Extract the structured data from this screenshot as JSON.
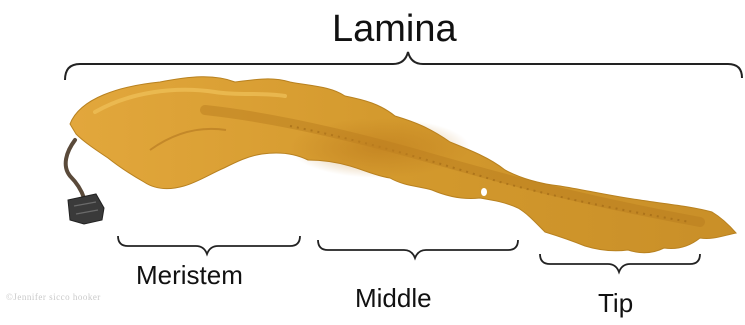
{
  "diagram": {
    "title": "Lamina",
    "segments": [
      {
        "label": "Meristem"
      },
      {
        "label": "Middle"
      },
      {
        "label": "Tip"
      }
    ],
    "watermark": "©Jennifer sicco hooker",
    "colors": {
      "kelp_blade": "#d29a2e",
      "kelp_highlight": "#e8b445",
      "kelp_shade": "#b57a1c",
      "stipe": "#5a4a3a",
      "holdfast": "#3a3a3a",
      "bracket": "#222222"
    }
  }
}
